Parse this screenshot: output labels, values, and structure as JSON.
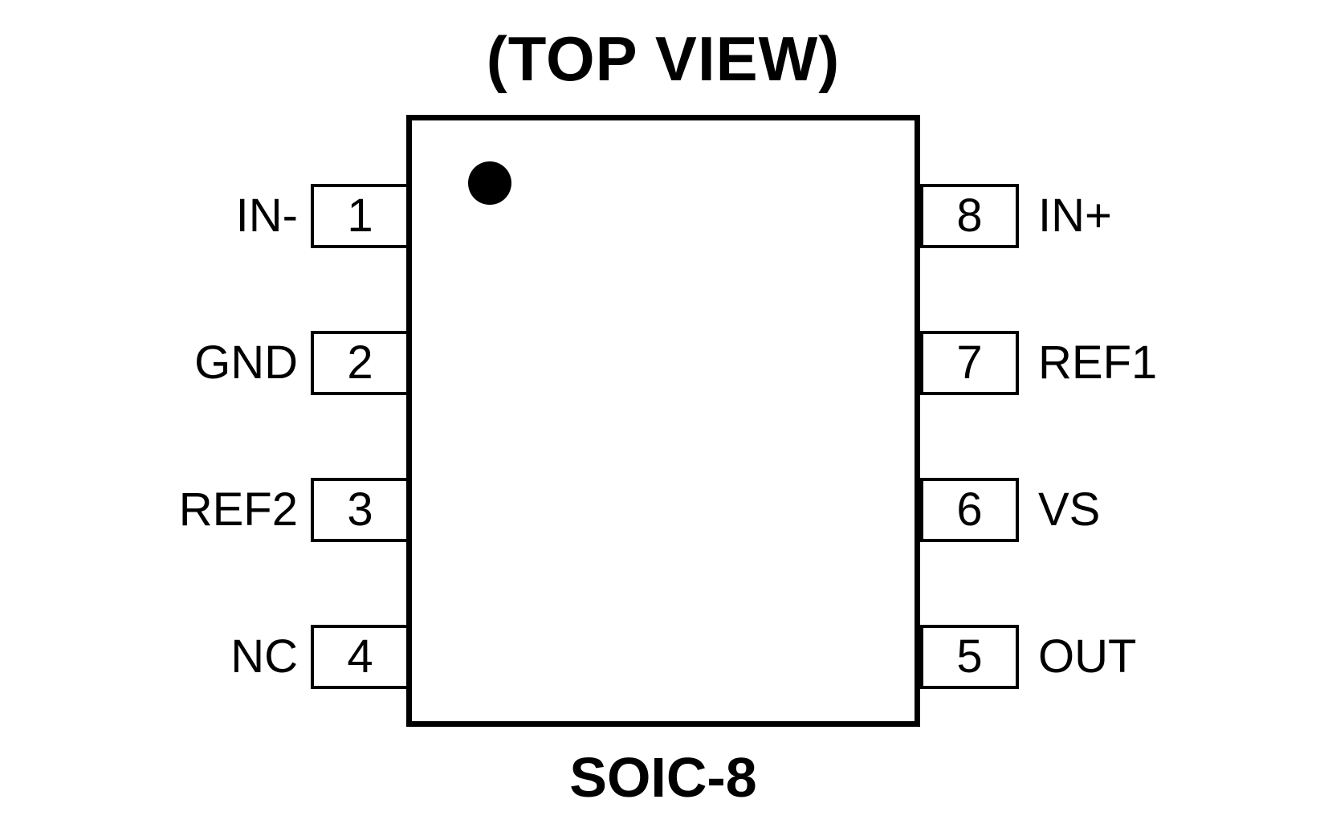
{
  "title": "(TOP VIEW)",
  "package": {
    "name": "SOIC-8",
    "pin1_indicator": "filled-dot-top-left"
  },
  "pins": {
    "left": [
      {
        "number": "1",
        "label": "IN-"
      },
      {
        "number": "2",
        "label": "GND"
      },
      {
        "number": "3",
        "label": "REF2"
      },
      {
        "number": "4",
        "label": "NC"
      }
    ],
    "right": [
      {
        "number": "8",
        "label": "IN+"
      },
      {
        "number": "7",
        "label": "REF1"
      },
      {
        "number": "6",
        "label": "VS"
      },
      {
        "number": "5",
        "label": "OUT"
      }
    ]
  },
  "colors": {
    "ink": "#000000",
    "background": "#ffffff"
  }
}
